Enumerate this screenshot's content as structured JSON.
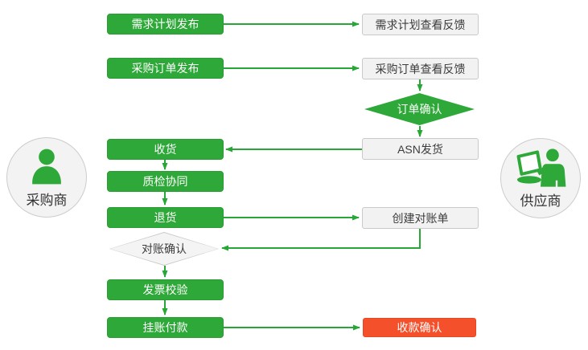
{
  "diagram": {
    "actors": {
      "buyer": {
        "label": "采购商",
        "icon": "person-icon"
      },
      "supplier": {
        "label": "供应商",
        "icon": "person-laptop-icon"
      }
    },
    "nodes": {
      "demand_publish": "需求计划发布",
      "demand_feedback": "需求计划查看反馈",
      "po_publish": "采购订单发布",
      "po_feedback": "采购订单查看反馈",
      "order_confirm": "订单确认",
      "receive_goods": "收货",
      "asn_ship": "ASN发货",
      "quality_collab": "质检协同",
      "return_goods": "退货",
      "create_statement": "创建对账单",
      "recon_confirm": "对账确认",
      "invoice_check": "发票校验",
      "book_payment": "挂账付款",
      "receipt_confirm": "收款确认"
    },
    "colors": {
      "green": "#2ea838",
      "arrow_green": "#27a836",
      "red": "#f4502c",
      "gray_box_bg": "#f2f2f2",
      "gray_box_border": "#c9c9c9",
      "diamond_gray_bg": "#f4f4f4",
      "text_dark": "#3c3c3c",
      "circle_bg": "#f3f3f3",
      "circle_border": "#cccccc"
    }
  }
}
